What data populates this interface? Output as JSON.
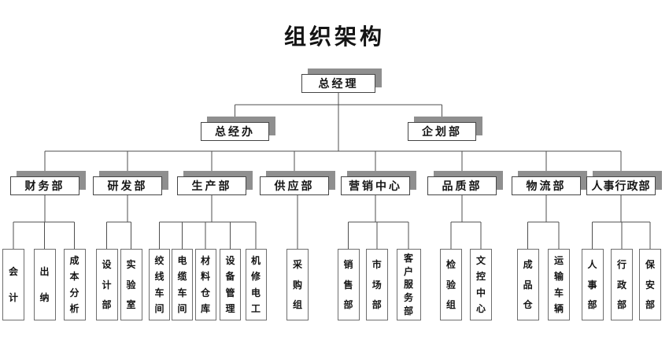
{
  "title": "组织架构",
  "colors": {
    "background": "#ffffff",
    "box_border": "#454545",
    "sub_box_border": "#6e6e6e",
    "shadow": "#8f8f8f",
    "connector_line": "#4f4f4f",
    "text": "#141414"
  },
  "org": {
    "root": {
      "label": "总经理"
    },
    "staff": [
      {
        "label": "总经办"
      },
      {
        "label": "企划部"
      }
    ],
    "departments": [
      {
        "label": "财务部",
        "children": [
          "会计",
          "出纳",
          "成本分析"
        ]
      },
      {
        "label": "研发部",
        "children": [
          "设计部",
          "实验室"
        ]
      },
      {
        "label": "生产部",
        "children": [
          "绞线车间",
          "电缆车间",
          "材料仓库",
          "设备管理",
          "机修电工"
        ]
      },
      {
        "label": "供应部",
        "children": [
          "采购组"
        ]
      },
      {
        "label": "营销中心",
        "children": [
          "销售部",
          "市场部",
          "客户服务部"
        ]
      },
      {
        "label": "品质部",
        "children": [
          "检验组",
          "文控中心"
        ]
      },
      {
        "label": "物流部",
        "children": [
          "成品仓",
          "运输车辆"
        ]
      },
      {
        "label": "人事行政部",
        "children": [
          "人事部",
          "行政部",
          "保安部"
        ]
      }
    ]
  }
}
